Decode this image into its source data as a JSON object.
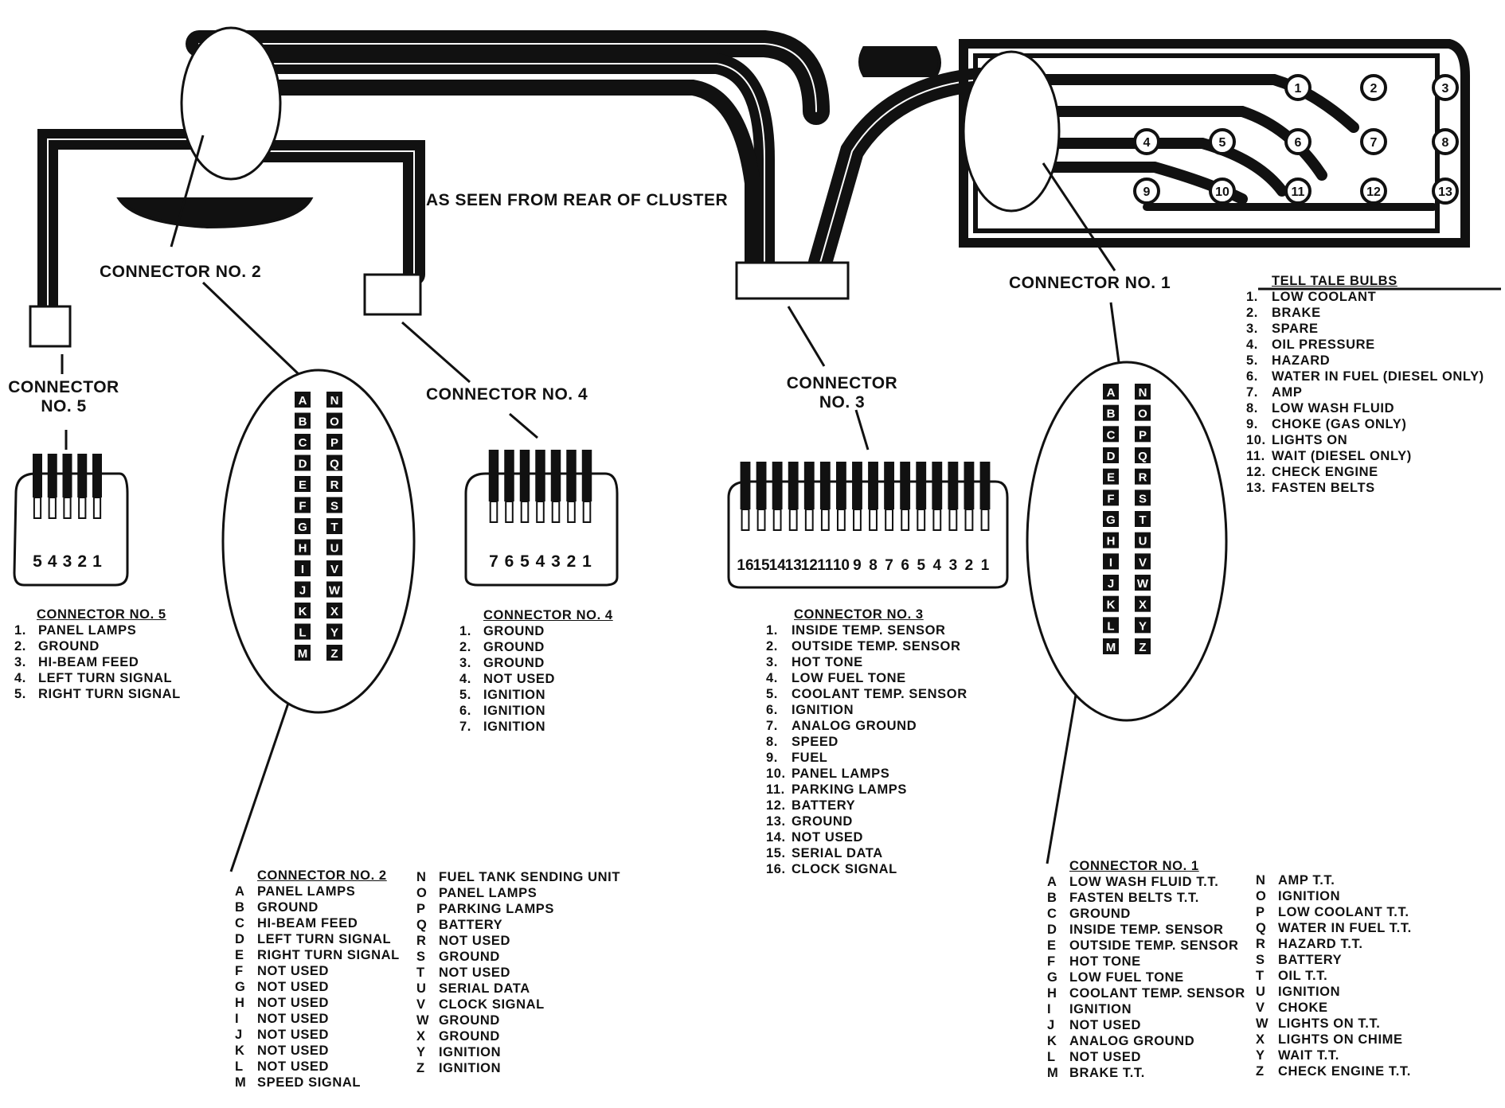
{
  "title": "AS SEEN FROM REAR OF CLUSTER",
  "connector_labels": {
    "c1": "CONNECTOR NO. 1",
    "c2": "CONNECTOR NO. 2",
    "c3_line1": "CONNECTOR",
    "c3_line2": "NO. 3",
    "c4": "CONNECTOR NO. 4",
    "c5_line1": "CONNECTOR",
    "c5_line2": "NO. 5"
  },
  "pin_numbers": {
    "c5": [
      "5",
      "4",
      "3",
      "2",
      "1"
    ],
    "c4": [
      "7",
      "6",
      "5",
      "4",
      "3",
      "2",
      "1"
    ],
    "c3": [
      "16",
      "15",
      "14",
      "13",
      "12",
      "11",
      "10",
      "9",
      "8",
      "7",
      "6",
      "5",
      "4",
      "3",
      "2",
      "1"
    ]
  },
  "bulb_numbers": [
    "1",
    "2",
    "3",
    "4",
    "5",
    "6",
    "7",
    "8",
    "9",
    "10",
    "11",
    "12",
    "13"
  ],
  "oval_letters": {
    "left": [
      "M",
      "L",
      "K",
      "J",
      "I",
      "H",
      "G",
      "F",
      "E",
      "D",
      "C",
      "B",
      "A"
    ],
    "right": [
      "N",
      "O",
      "P",
      "Q",
      "R",
      "S",
      "T",
      "U",
      "V",
      "W",
      "X",
      "Y",
      "Z"
    ]
  },
  "connector5_table": {
    "title": "CONNECTOR NO. 5",
    "rows": [
      {
        "n": "1.",
        "t": "PANEL LAMPS"
      },
      {
        "n": "2.",
        "t": "GROUND"
      },
      {
        "n": "3.",
        "t": "HI-BEAM FEED"
      },
      {
        "n": "4.",
        "t": "LEFT TURN SIGNAL"
      },
      {
        "n": "5.",
        "t": "RIGHT TURN SIGNAL"
      }
    ]
  },
  "connector4_table": {
    "title": "CONNECTOR NO. 4",
    "rows": [
      {
        "n": "1.",
        "t": "GROUND"
      },
      {
        "n": "2.",
        "t": "GROUND"
      },
      {
        "n": "3.",
        "t": "GROUND"
      },
      {
        "n": "4.",
        "t": "NOT USED"
      },
      {
        "n": "5.",
        "t": "IGNITION"
      },
      {
        "n": "6.",
        "t": "IGNITION"
      },
      {
        "n": "7.",
        "t": "IGNITION"
      }
    ]
  },
  "connector3_table": {
    "title": "CONNECTOR NO. 3",
    "rows": [
      {
        "n": "1.",
        "t": "INSIDE TEMP. SENSOR"
      },
      {
        "n": "2.",
        "t": "OUTSIDE TEMP. SENSOR"
      },
      {
        "n": "3.",
        "t": "HOT TONE"
      },
      {
        "n": "4.",
        "t": "LOW FUEL TONE"
      },
      {
        "n": "5.",
        "t": "COOLANT TEMP. SENSOR"
      },
      {
        "n": "6.",
        "t": "IGNITION"
      },
      {
        "n": "7.",
        "t": "ANALOG GROUND"
      },
      {
        "n": "8.",
        "t": "SPEED"
      },
      {
        "n": "9.",
        "t": "FUEL"
      },
      {
        "n": "10.",
        "t": "PANEL LAMPS"
      },
      {
        "n": "11.",
        "t": "PARKING LAMPS"
      },
      {
        "n": "12.",
        "t": "BATTERY"
      },
      {
        "n": "13.",
        "t": "GROUND"
      },
      {
        "n": "14.",
        "t": "NOT USED"
      },
      {
        "n": "15.",
        "t": "SERIAL DATA"
      },
      {
        "n": "16.",
        "t": "CLOCK SIGNAL"
      }
    ]
  },
  "tell_tale_table": {
    "title": "TELL TALE BULBS",
    "rows": [
      {
        "n": "1.",
        "t": "LOW COOLANT"
      },
      {
        "n": "2.",
        "t": "BRAKE"
      },
      {
        "n": "3.",
        "t": "SPARE"
      },
      {
        "n": "4.",
        "t": "OIL PRESSURE"
      },
      {
        "n": "5.",
        "t": "HAZARD"
      },
      {
        "n": "6.",
        "t": "WATER IN FUEL (DIESEL ONLY)"
      },
      {
        "n": "7.",
        "t": "AMP"
      },
      {
        "n": "8.",
        "t": "LOW WASH FLUID"
      },
      {
        "n": "9.",
        "t": "CHOKE (GAS ONLY)"
      },
      {
        "n": "10.",
        "t": "LIGHTS ON"
      },
      {
        "n": "11.",
        "t": "WAIT (DIESEL ONLY)"
      },
      {
        "n": "12.",
        "t": "CHECK ENGINE"
      },
      {
        "n": "13.",
        "t": "FASTEN BELTS"
      }
    ]
  },
  "connector2_table": {
    "title": "CONNECTOR NO. 2",
    "left": [
      {
        "k": "A",
        "t": "PANEL LAMPS"
      },
      {
        "k": "B",
        "t": "GROUND"
      },
      {
        "k": "C",
        "t": "HI-BEAM FEED"
      },
      {
        "k": "D",
        "t": "LEFT TURN SIGNAL"
      },
      {
        "k": "E",
        "t": "RIGHT TURN SIGNAL"
      },
      {
        "k": "F",
        "t": "NOT USED"
      },
      {
        "k": "G",
        "t": "NOT USED"
      },
      {
        "k": "H",
        "t": "NOT USED"
      },
      {
        "k": "I",
        "t": "NOT USED"
      },
      {
        "k": "J",
        "t": "NOT USED"
      },
      {
        "k": "K",
        "t": "NOT USED"
      },
      {
        "k": "L",
        "t": "NOT USED"
      },
      {
        "k": "M",
        "t": "SPEED SIGNAL"
      }
    ],
    "right": [
      {
        "k": "N",
        "t": "FUEL TANK SENDING UNIT"
      },
      {
        "k": "O",
        "t": "PANEL LAMPS"
      },
      {
        "k": "P",
        "t": "PARKING LAMPS"
      },
      {
        "k": "Q",
        "t": "BATTERY"
      },
      {
        "k": "R",
        "t": "NOT USED"
      },
      {
        "k": "S",
        "t": "GROUND"
      },
      {
        "k": "T",
        "t": "NOT USED"
      },
      {
        "k": "U",
        "t": "SERIAL DATA"
      },
      {
        "k": "V",
        "t": "CLOCK SIGNAL"
      },
      {
        "k": "W",
        "t": "GROUND"
      },
      {
        "k": "X",
        "t": "GROUND"
      },
      {
        "k": "Y",
        "t": "IGNITION"
      },
      {
        "k": "Z",
        "t": "IGNITION"
      }
    ]
  },
  "connector1_table": {
    "title": "CONNECTOR NO. 1",
    "left": [
      {
        "k": "A",
        "t": "LOW WASH FLUID T.T."
      },
      {
        "k": "B",
        "t": "FASTEN BELTS T.T."
      },
      {
        "k": "C",
        "t": "GROUND"
      },
      {
        "k": "D",
        "t": "INSIDE TEMP. SENSOR"
      },
      {
        "k": "E",
        "t": "OUTSIDE TEMP. SENSOR"
      },
      {
        "k": "F",
        "t": "HOT TONE"
      },
      {
        "k": "G",
        "t": "LOW FUEL TONE"
      },
      {
        "k": "H",
        "t": "COOLANT TEMP. SENSOR"
      },
      {
        "k": "I",
        "t": "IGNITION"
      },
      {
        "k": "J",
        "t": "NOT USED"
      },
      {
        "k": "K",
        "t": "ANALOG GROUND"
      },
      {
        "k": "L",
        "t": "NOT USED"
      },
      {
        "k": "M",
        "t": "BRAKE T.T."
      }
    ],
    "right": [
      {
        "k": "N",
        "t": "AMP T.T."
      },
      {
        "k": "O",
        "t": "IGNITION"
      },
      {
        "k": "P",
        "t": "LOW COOLANT T.T."
      },
      {
        "k": "Q",
        "t": "WATER IN FUEL T.T."
      },
      {
        "k": "R",
        "t": "HAZARD T.T."
      },
      {
        "k": "S",
        "t": "BATTERY"
      },
      {
        "k": "T",
        "t": "OIL T.T."
      },
      {
        "k": "U",
        "t": "IGNITION"
      },
      {
        "k": "V",
        "t": "CHOKE"
      },
      {
        "k": "W",
        "t": "LIGHTS ON T.T."
      },
      {
        "k": "X",
        "t": "LIGHTS ON CHIME"
      },
      {
        "k": "Y",
        "t": "WAIT T.T."
      },
      {
        "k": "Z",
        "t": "CHECK ENGINE T.T."
      }
    ]
  }
}
